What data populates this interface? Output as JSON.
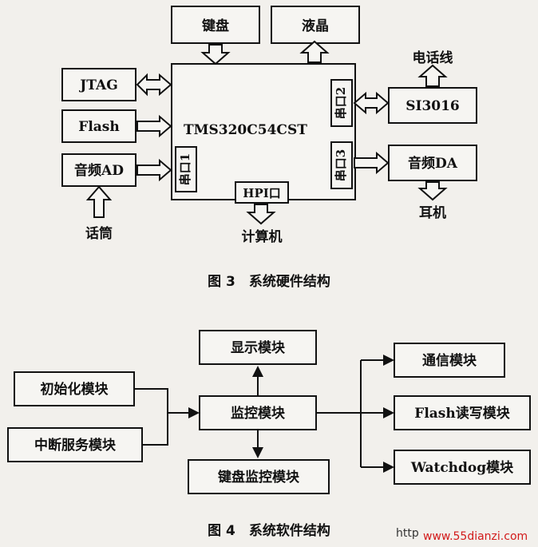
{
  "figure3": {
    "caption": "图 3　系统硬件结构",
    "cpu": "TMS320C54CST",
    "keyboard": "键盘",
    "lcd": "液晶",
    "jtag": "JTAG",
    "flash": "Flash",
    "audio_ad": "音频AD",
    "mic": "话筒",
    "port1": "串口1",
    "port2": "串口2",
    "port3": "串口3",
    "hpi": "HPI口",
    "computer": "计算机",
    "phone_line": "电话线",
    "si3016": "SI3016",
    "audio_da": "音频DA",
    "earphone": "耳机"
  },
  "figure4": {
    "caption": "图 4　系统软件结构",
    "display": "显示模块",
    "init": "初始化模块",
    "monitor": "监控模块",
    "interrupt": "中断服务模块",
    "kbd_monitor": "键盘监控模块",
    "comm": "通信模块",
    "flash_rw": "Flash读写模块",
    "watchdog": "Watchdog模块"
  },
  "watermark": {
    "prefix": "http",
    "site": "www.55dianzi.com"
  }
}
